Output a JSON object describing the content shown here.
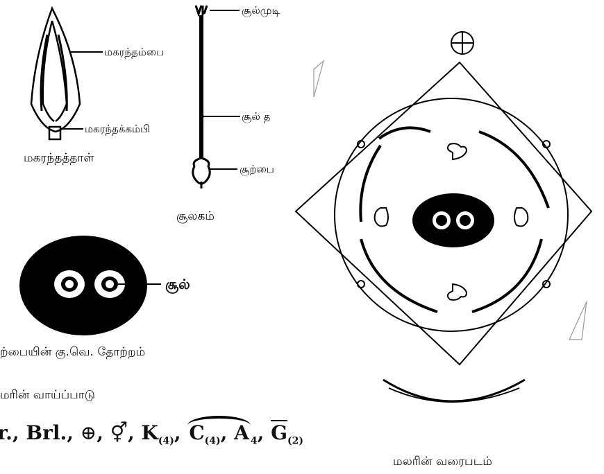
{
  "labels": {
    "anther": "மகரந்தம்பை",
    "filament": "மகரந்தக்கம்பி",
    "stamen_caption": "மகரந்தத்தாள்",
    "stigma": "சூல்முடி",
    "style": "சூல் த",
    "ovary": "சூற்பை",
    "pistil_caption": "சூலகம்",
    "ovule": "சூல்",
    "ovary_ts_caption": "ற்பையின் கு.வெ. தோற்றம்",
    "floral_diagram_caption": "மலரின் வரைபடம்",
    "formula_heading": "மரின் வாய்ப்பாடு"
  },
  "formula": {
    "part1": "r., Brl.,",
    "actinomorphic_symbol": "⊕",
    "bisexual_symbol": "⚥",
    "calyx": "K",
    "calyx_sub": "(4)",
    "corolla": "C",
    "corolla_sub": "(4)",
    "androecium": "A",
    "androecium_sub": "4",
    "gynoecium": "G",
    "gynoecium_sub": "(2)"
  },
  "top_symbol": "⊕"
}
